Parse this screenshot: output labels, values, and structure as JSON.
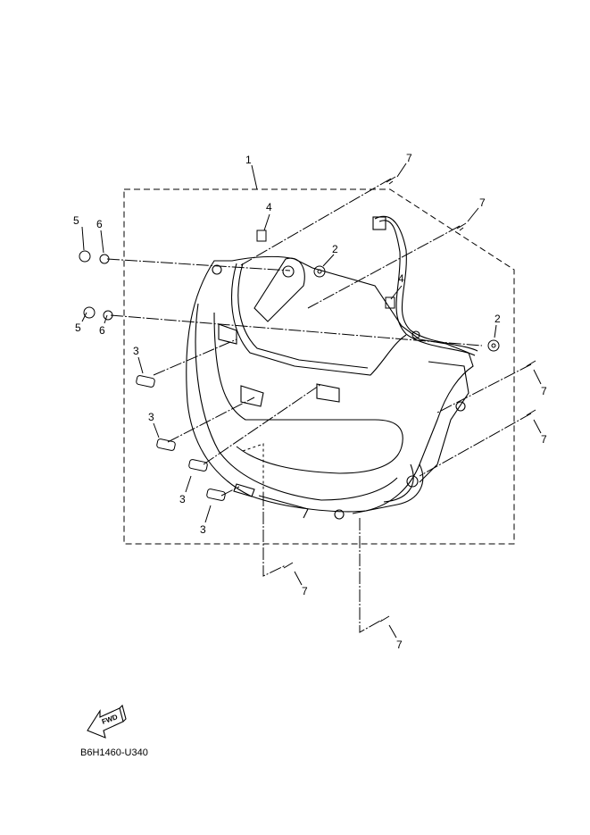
{
  "diagram_code": "B6H1460-U340",
  "fwd_label": "FWD",
  "callouts": [
    "1",
    "2",
    "2",
    "3",
    "3",
    "3",
    "3",
    "4",
    "4",
    "5",
    "5",
    "6",
    "6",
    "7",
    "7",
    "7",
    "7",
    "7",
    "7"
  ],
  "colors": {
    "line": "#000000",
    "background": "#ffffff"
  }
}
